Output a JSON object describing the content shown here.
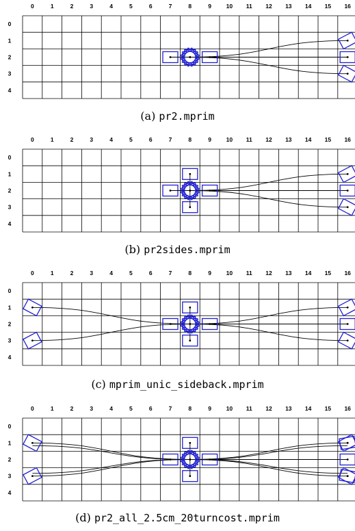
{
  "grid": {
    "x_ticks": [
      "0",
      "1",
      "2",
      "3",
      "4",
      "5",
      "6",
      "7",
      "8",
      "9",
      "10",
      "11",
      "12",
      "13",
      "14",
      "15",
      "16"
    ],
    "y_ticks": [
      "0",
      "1",
      "2",
      "3",
      "4"
    ],
    "line_color": "#000000",
    "primitive_color": "#1f1fd6"
  },
  "panels": [
    {
      "id": "a",
      "caption_tag": "(a)",
      "caption_file": "pr2.mprim",
      "origin_cell": [
        8,
        2
      ],
      "forward_targets": [
        [
          16,
          1
        ],
        [
          16,
          2
        ],
        [
          16,
          3
        ]
      ],
      "backward_targets": [],
      "side_boxes": false,
      "short_boxes": [
        [
          7,
          2
        ],
        [
          9,
          2
        ]
      ],
      "turn_in_place": true
    },
    {
      "id": "b",
      "caption_tag": "(b)",
      "caption_file": "pr2sides.mprim",
      "origin_cell": [
        8,
        2
      ],
      "forward_targets": [
        [
          16,
          1
        ],
        [
          16,
          2
        ],
        [
          16,
          3
        ]
      ],
      "backward_targets": [],
      "side_boxes": true,
      "short_boxes": [
        [
          7,
          2
        ],
        [
          9,
          2
        ]
      ],
      "turn_in_place": true
    },
    {
      "id": "c",
      "caption_tag": "(c)",
      "caption_file": "mprim_unic_sideback.mprim",
      "origin_cell": [
        8,
        2
      ],
      "forward_targets": [
        [
          16,
          1
        ],
        [
          16,
          2
        ],
        [
          16,
          3
        ]
      ],
      "backward_targets": [
        [
          0,
          1
        ],
        [
          0,
          3
        ]
      ],
      "side_boxes": true,
      "short_boxes": [
        [
          7,
          2
        ],
        [
          9,
          2
        ]
      ],
      "turn_in_place": true
    },
    {
      "id": "d",
      "caption_tag": "(d)",
      "caption_file": "pr2_all_2.5cm_20turncost.mprim",
      "origin_cell": [
        8,
        2
      ],
      "forward_targets": [
        [
          16,
          1
        ],
        [
          16,
          2
        ],
        [
          16,
          3
        ]
      ],
      "backward_targets": [
        [
          0,
          1
        ],
        [
          0,
          3
        ]
      ],
      "side_boxes": true,
      "short_boxes": [
        [
          7,
          2
        ],
        [
          9,
          2
        ]
      ],
      "turn_in_place": true,
      "double_forward": true
    }
  ]
}
